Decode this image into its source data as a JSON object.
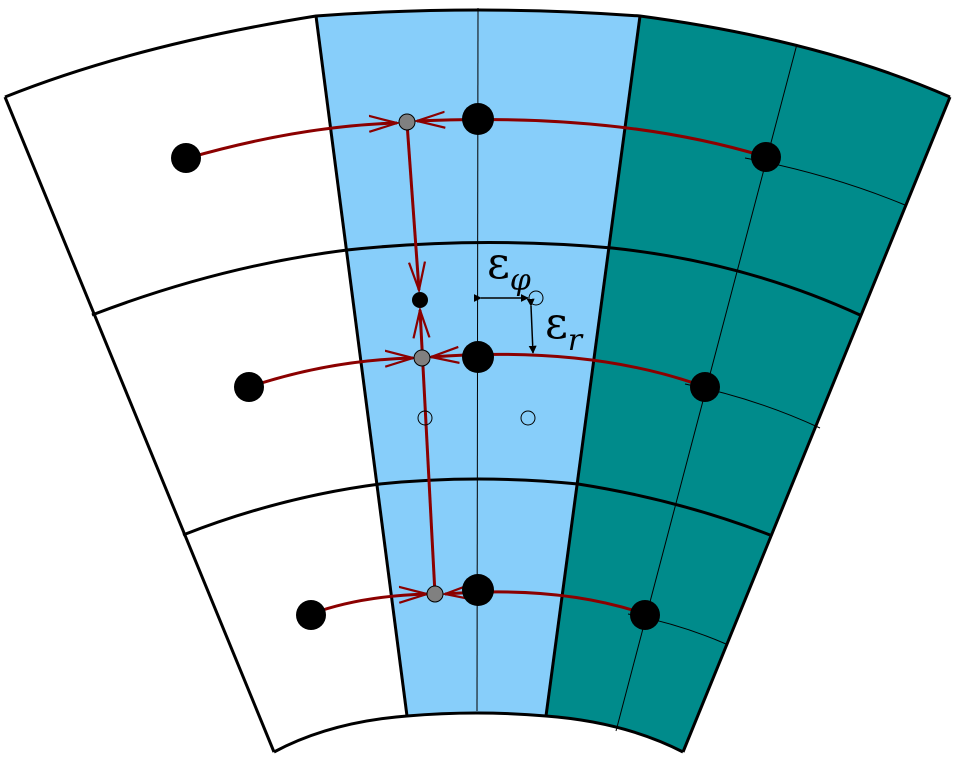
{
  "labels": {
    "epsilon_phi": {
      "symbol": "ε",
      "subscript": "φ"
    },
    "epsilon_r": {
      "symbol": "ε",
      "subscript": "r"
    }
  },
  "colors": {
    "left_block_fill": "#ffffff",
    "middle_block_fill": "#87cefa",
    "right_block_fill": "#008b8b",
    "outline": "#000000",
    "arrow": "#8b0000",
    "cell_center_dot": "#000000",
    "interpolated_dot": "#808080"
  }
}
